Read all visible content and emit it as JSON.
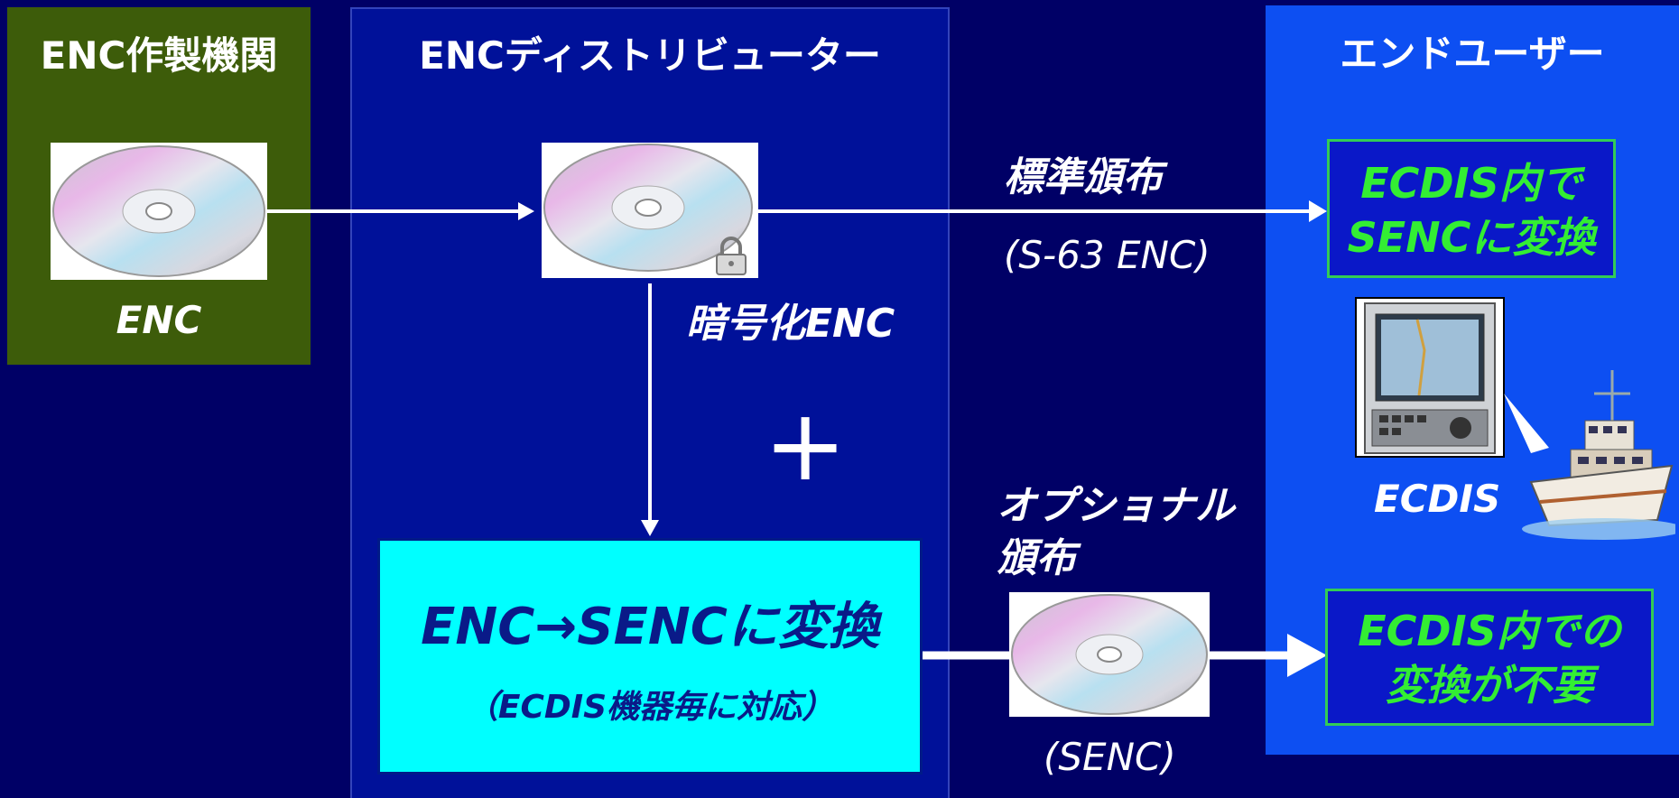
{
  "columns": {
    "producer": {
      "title": "ENC作製機関",
      "disc_label": "ENC",
      "bg": "#3d5c0a"
    },
    "distributor": {
      "title": "ENCディストリビューター",
      "disc_label": "暗号化ENC",
      "plus": "+",
      "bg": "#001199"
    },
    "enduser": {
      "title": "エンドユーザー",
      "bg": "#0d4ff2"
    }
  },
  "standard": {
    "label": "標準頒布",
    "format": "(S-63 ENC)"
  },
  "optional": {
    "label_line1": "オプショナル",
    "label_line2": "頒布",
    "format": "(SENC)"
  },
  "convert_box": {
    "title": "ENC→SENCに変換",
    "subtitle": "（ECDIS機器毎に対応）",
    "bg": "#00ffff"
  },
  "result_standard": {
    "line1": "ECDIS内で",
    "line2": "SENCに変換"
  },
  "result_optional": {
    "line1": "ECDIS内での",
    "line2": "変換が不要"
  },
  "ecdis_label": "ECDIS",
  "colors": {
    "background": "#000066",
    "result_text": "#33ee33",
    "result_border": "#33cc55"
  },
  "icons": [
    "cd-disc-icon",
    "padlock-icon",
    "ecdis-terminal-icon",
    "ship-icon"
  ]
}
